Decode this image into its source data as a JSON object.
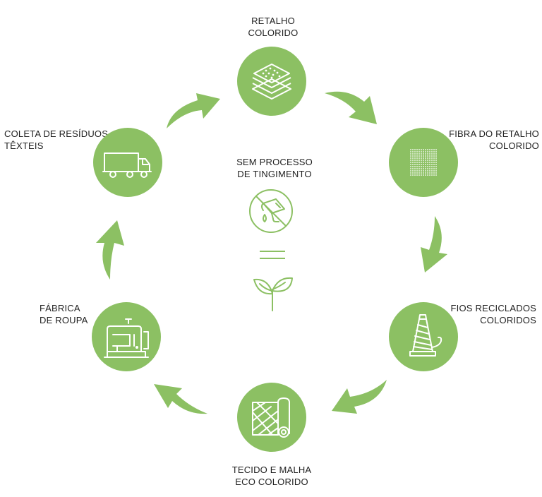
{
  "colors": {
    "accent": "#8cc063",
    "icon_stroke": "#ffffff",
    "center_stroke": "#8cc063",
    "text": "#1f1f1f"
  },
  "steps": [
    {
      "id": "retalho",
      "line1": "RETALHO",
      "line2": "COLORIDO",
      "icon": "stacked-fabric-icon"
    },
    {
      "id": "fibra",
      "line1": "FIBRA DO RETALHO",
      "line2": "COLORIDO",
      "icon": "fiber-dots-icon"
    },
    {
      "id": "fios",
      "line1": "FIOS RECICLADOS",
      "line2": "COLORIDOS",
      "icon": "yarn-cone-icon"
    },
    {
      "id": "tecido",
      "line1": "TECIDO E MALHA",
      "line2": "ECO COLORIDO",
      "icon": "fabric-roll-icon"
    },
    {
      "id": "fabrica",
      "line1": "FÁBRICA",
      "line2": "DE ROUPA",
      "icon": "sewing-machine-icon"
    },
    {
      "id": "coleta",
      "line1": "COLETA DE RESÍDUOS",
      "line2": "TÊXTEIS",
      "icon": "truck-icon"
    }
  ],
  "center": {
    "line1": "SEM PROCESSO",
    "line2": "DE TINGIMENTO",
    "icons": [
      "no-dye-icon",
      "equals-icon",
      "sprout-icon"
    ]
  }
}
